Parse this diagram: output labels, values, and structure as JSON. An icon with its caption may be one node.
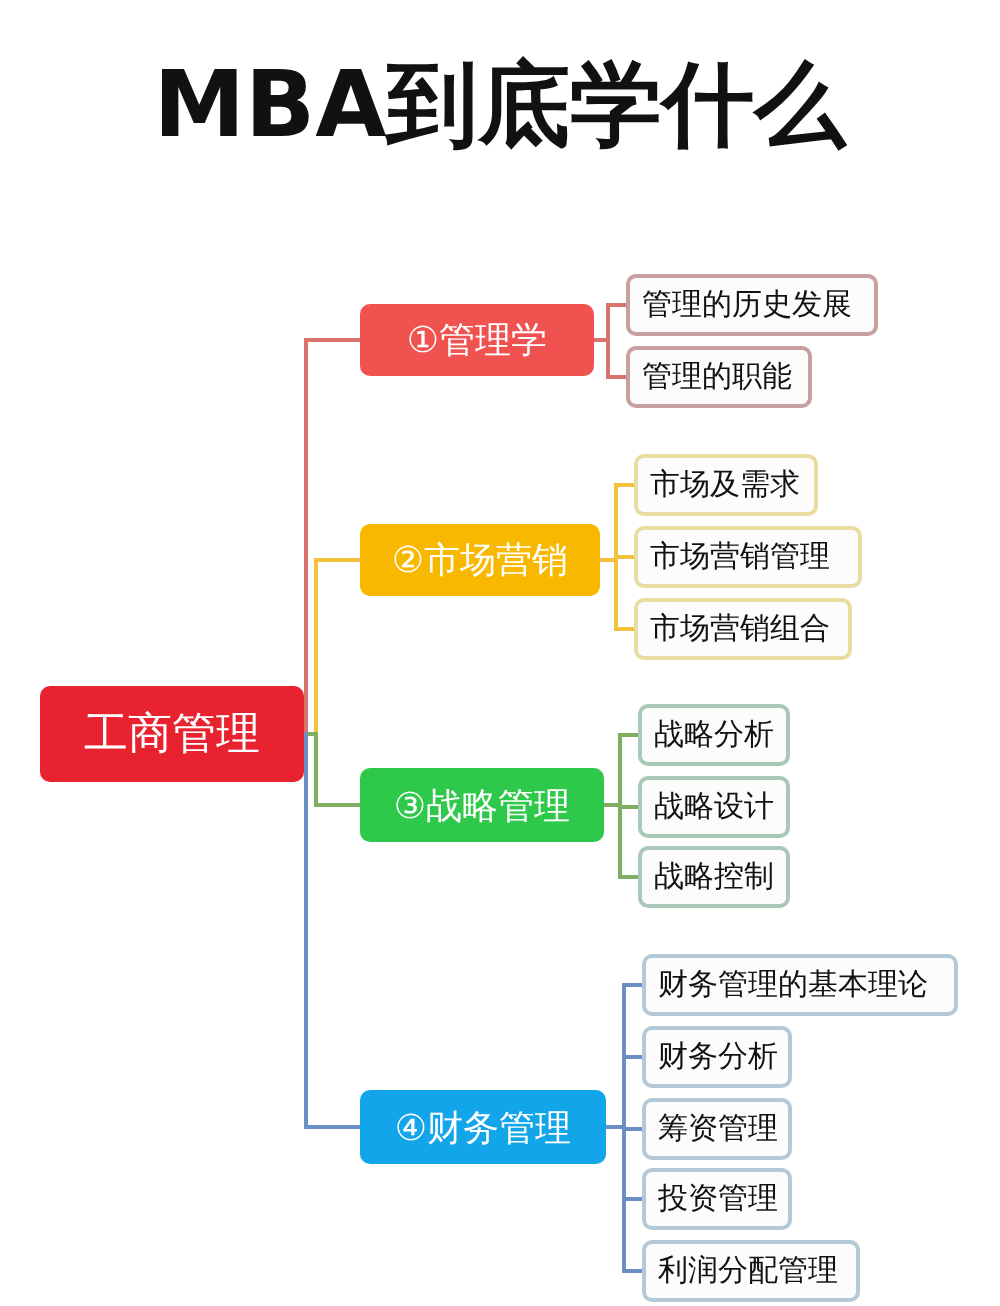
{
  "diagram": {
    "title": "MBA到底学什么",
    "nodes": [
      {
        "text": [
          "工商管理"
        ]
      },
      {
        "text": [
          "①管理学"
        ]
      },
      {
        "text": [
          "管理的历史发展"
        ]
      },
      {
        "text": [
          "管理的职能"
        ]
      },
      {
        "text": [
          "②市场营销"
        ]
      },
      {
        "text": [
          "市场及需求"
        ]
      },
      {
        "text": [
          "市场营销管理"
        ]
      },
      {
        "text": [
          "市场营销组合"
        ]
      },
      {
        "text": [
          "③战略管理"
        ]
      },
      {
        "text": [
          "战略分析"
        ]
      },
      {
        "text": [
          "战略设计"
        ]
      },
      {
        "text": [
          "战略控制"
        ]
      },
      {
        "text": [
          "④财务管理"
        ]
      },
      {
        "text": [
          "财务管理的基本理论"
        ]
      },
      {
        "text": [
          "财务分析"
        ]
      },
      {
        "text": [
          "筹资管理"
        ]
      },
      {
        "text": [
          "投资管理"
        ]
      },
      {
        "text": [
          "利润分配管理"
        ]
      }
    ],
    "edges": [
      {
        "from": 0,
        "to": 1,
        "arrow": "none",
        "color": "#d9736c"
      },
      {
        "from": 0,
        "to": 4,
        "arrow": "none",
        "color": "#f2c23a"
      },
      {
        "from": 0,
        "to": 8,
        "arrow": "none",
        "color": "#7fae62"
      },
      {
        "from": 0,
        "to": 12,
        "arrow": "none",
        "color": "#6a8fc4"
      },
      {
        "from": 1,
        "to": 2,
        "arrow": "none",
        "color": "#d9736c"
      },
      {
        "from": 1,
        "to": 3,
        "arrow": "none",
        "color": "#d9736c"
      },
      {
        "from": 4,
        "to": 5,
        "arrow": "none",
        "color": "#f2c23a"
      },
      {
        "from": 4,
        "to": 6,
        "arrow": "none",
        "color": "#f2c23a"
      },
      {
        "from": 4,
        "to": 7,
        "arrow": "none",
        "color": "#f2c23a"
      },
      {
        "from": 8,
        "to": 9,
        "arrow": "none",
        "color": "#7fae62"
      },
      {
        "from": 8,
        "to": 10,
        "arrow": "none",
        "color": "#7fae62"
      },
      {
        "from": 8,
        "to": 11,
        "arrow": "none",
        "color": "#7fae62"
      },
      {
        "from": 12,
        "to": 13,
        "arrow": "none",
        "color": "#6a8fc4"
      },
      {
        "from": 12,
        "to": 14,
        "arrow": "none",
        "color": "#6a8fc4"
      },
      {
        "from": 12,
        "to": 15,
        "arrow": "none",
        "color": "#6a8fc4"
      },
      {
        "from": 12,
        "to": 16,
        "arrow": "none",
        "color": "#6a8fc4"
      },
      {
        "from": 12,
        "to": 17,
        "arrow": "none",
        "color": "#6a8fc4"
      }
    ]
  }
}
